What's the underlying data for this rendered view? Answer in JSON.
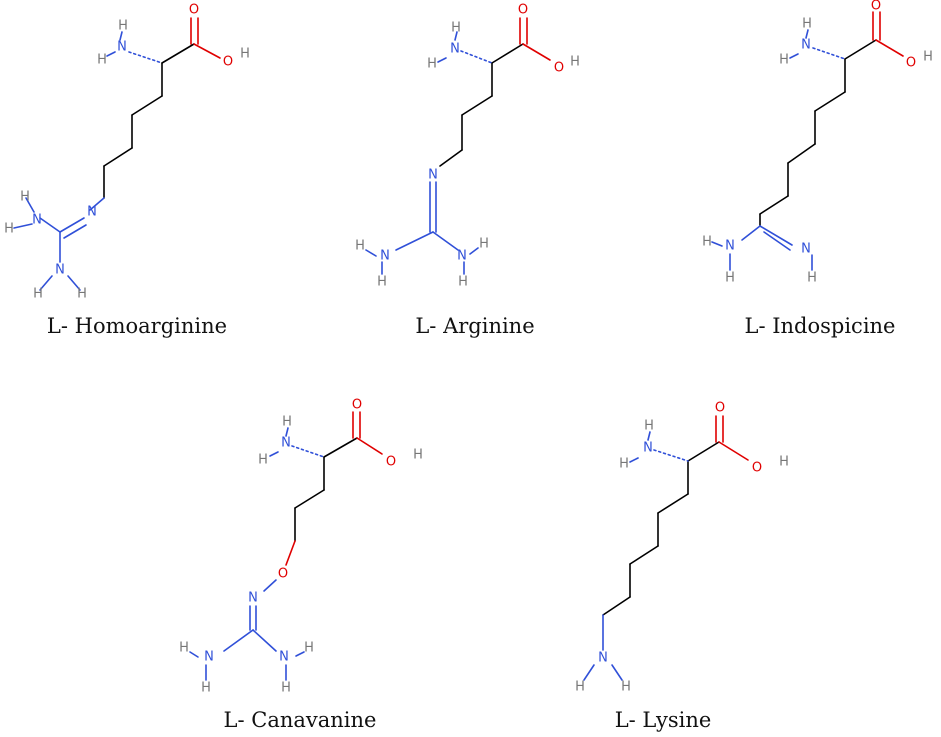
{
  "compounds": [
    {
      "name": "L- Homoarginine"
    },
    {
      "name": "L- Arginine"
    },
    {
      "name": "L- Indospicine"
    },
    {
      "name": "L- Canavanine"
    },
    {
      "name": "L- Lysine"
    }
  ],
  "atom_labels": {
    "nitrogen": "N",
    "oxygen": "O",
    "hydrogen": "H"
  },
  "colors": {
    "bond": "#000000",
    "nitrogen": "#3050d8",
    "oxygen": "#e00000",
    "hydrogen": "#777777"
  }
}
